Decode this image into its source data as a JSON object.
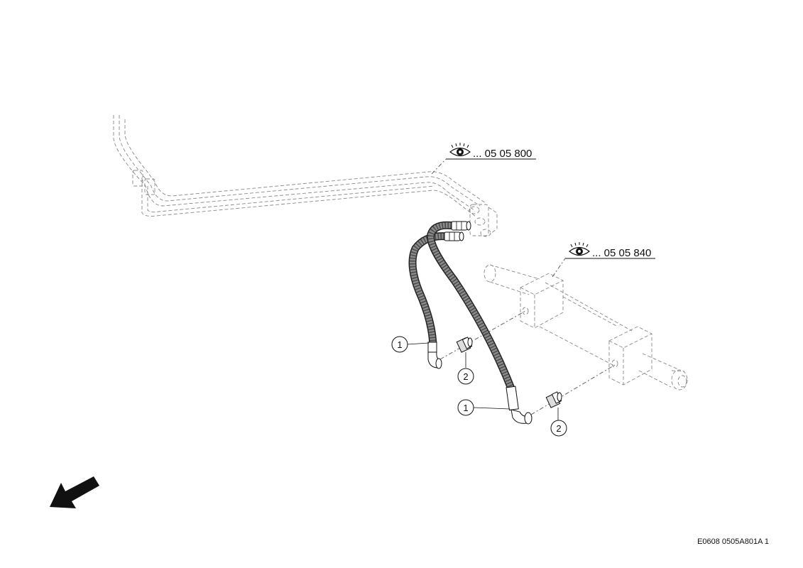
{
  "references": [
    {
      "eye_icon": "eye-icon",
      "text": "... 05 05 800"
    },
    {
      "eye_icon": "eye-icon",
      "text": "... 05 05 840"
    }
  ],
  "callouts": [
    "1",
    "2",
    "1",
    "2"
  ],
  "drawing_code": "E0608 0505A801A 1",
  "direction_arrow": "arrow-icon"
}
